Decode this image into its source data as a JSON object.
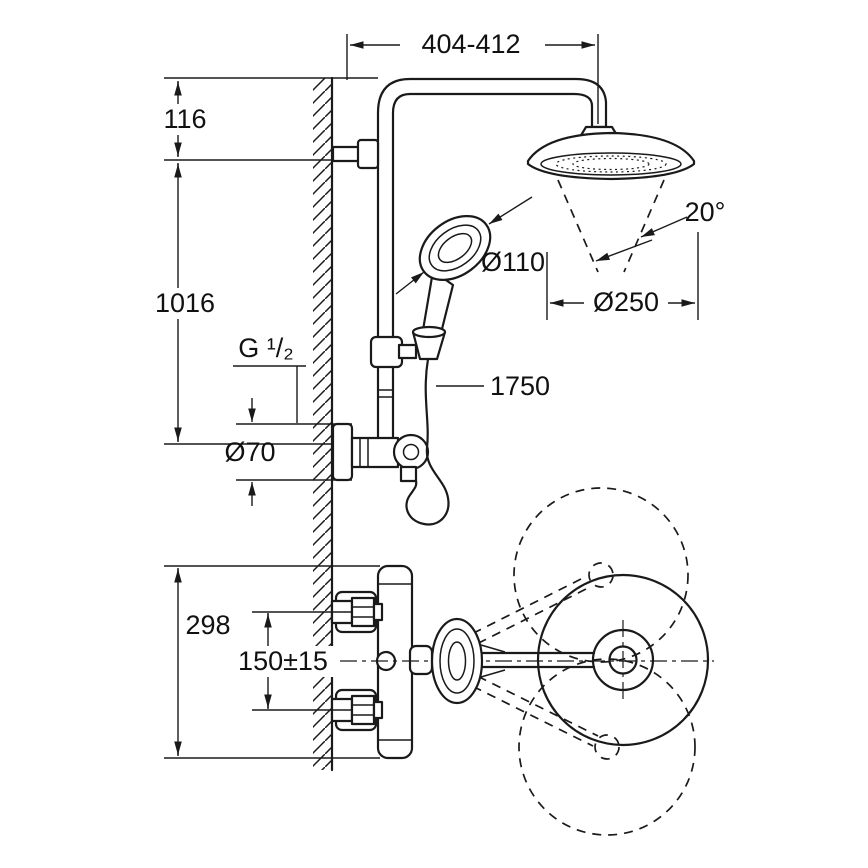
{
  "drawing": {
    "type": "technical-dimension-drawing",
    "subject": "shower-system-with-thermostat",
    "colors": {
      "line": "#1a1a1a",
      "background": "#ffffff"
    },
    "dims": {
      "top_width": "404-412",
      "head_offset": "116",
      "column_height": "1016",
      "thread": "G ¹/₂",
      "escutcheon_dia": "Ø70",
      "handshower_dia": "Ø110",
      "headshower_dia": "Ø250",
      "spray_angle": "20°",
      "hose_length": "1750",
      "valve_width": "298",
      "connection_spacing": "150±15"
    }
  }
}
